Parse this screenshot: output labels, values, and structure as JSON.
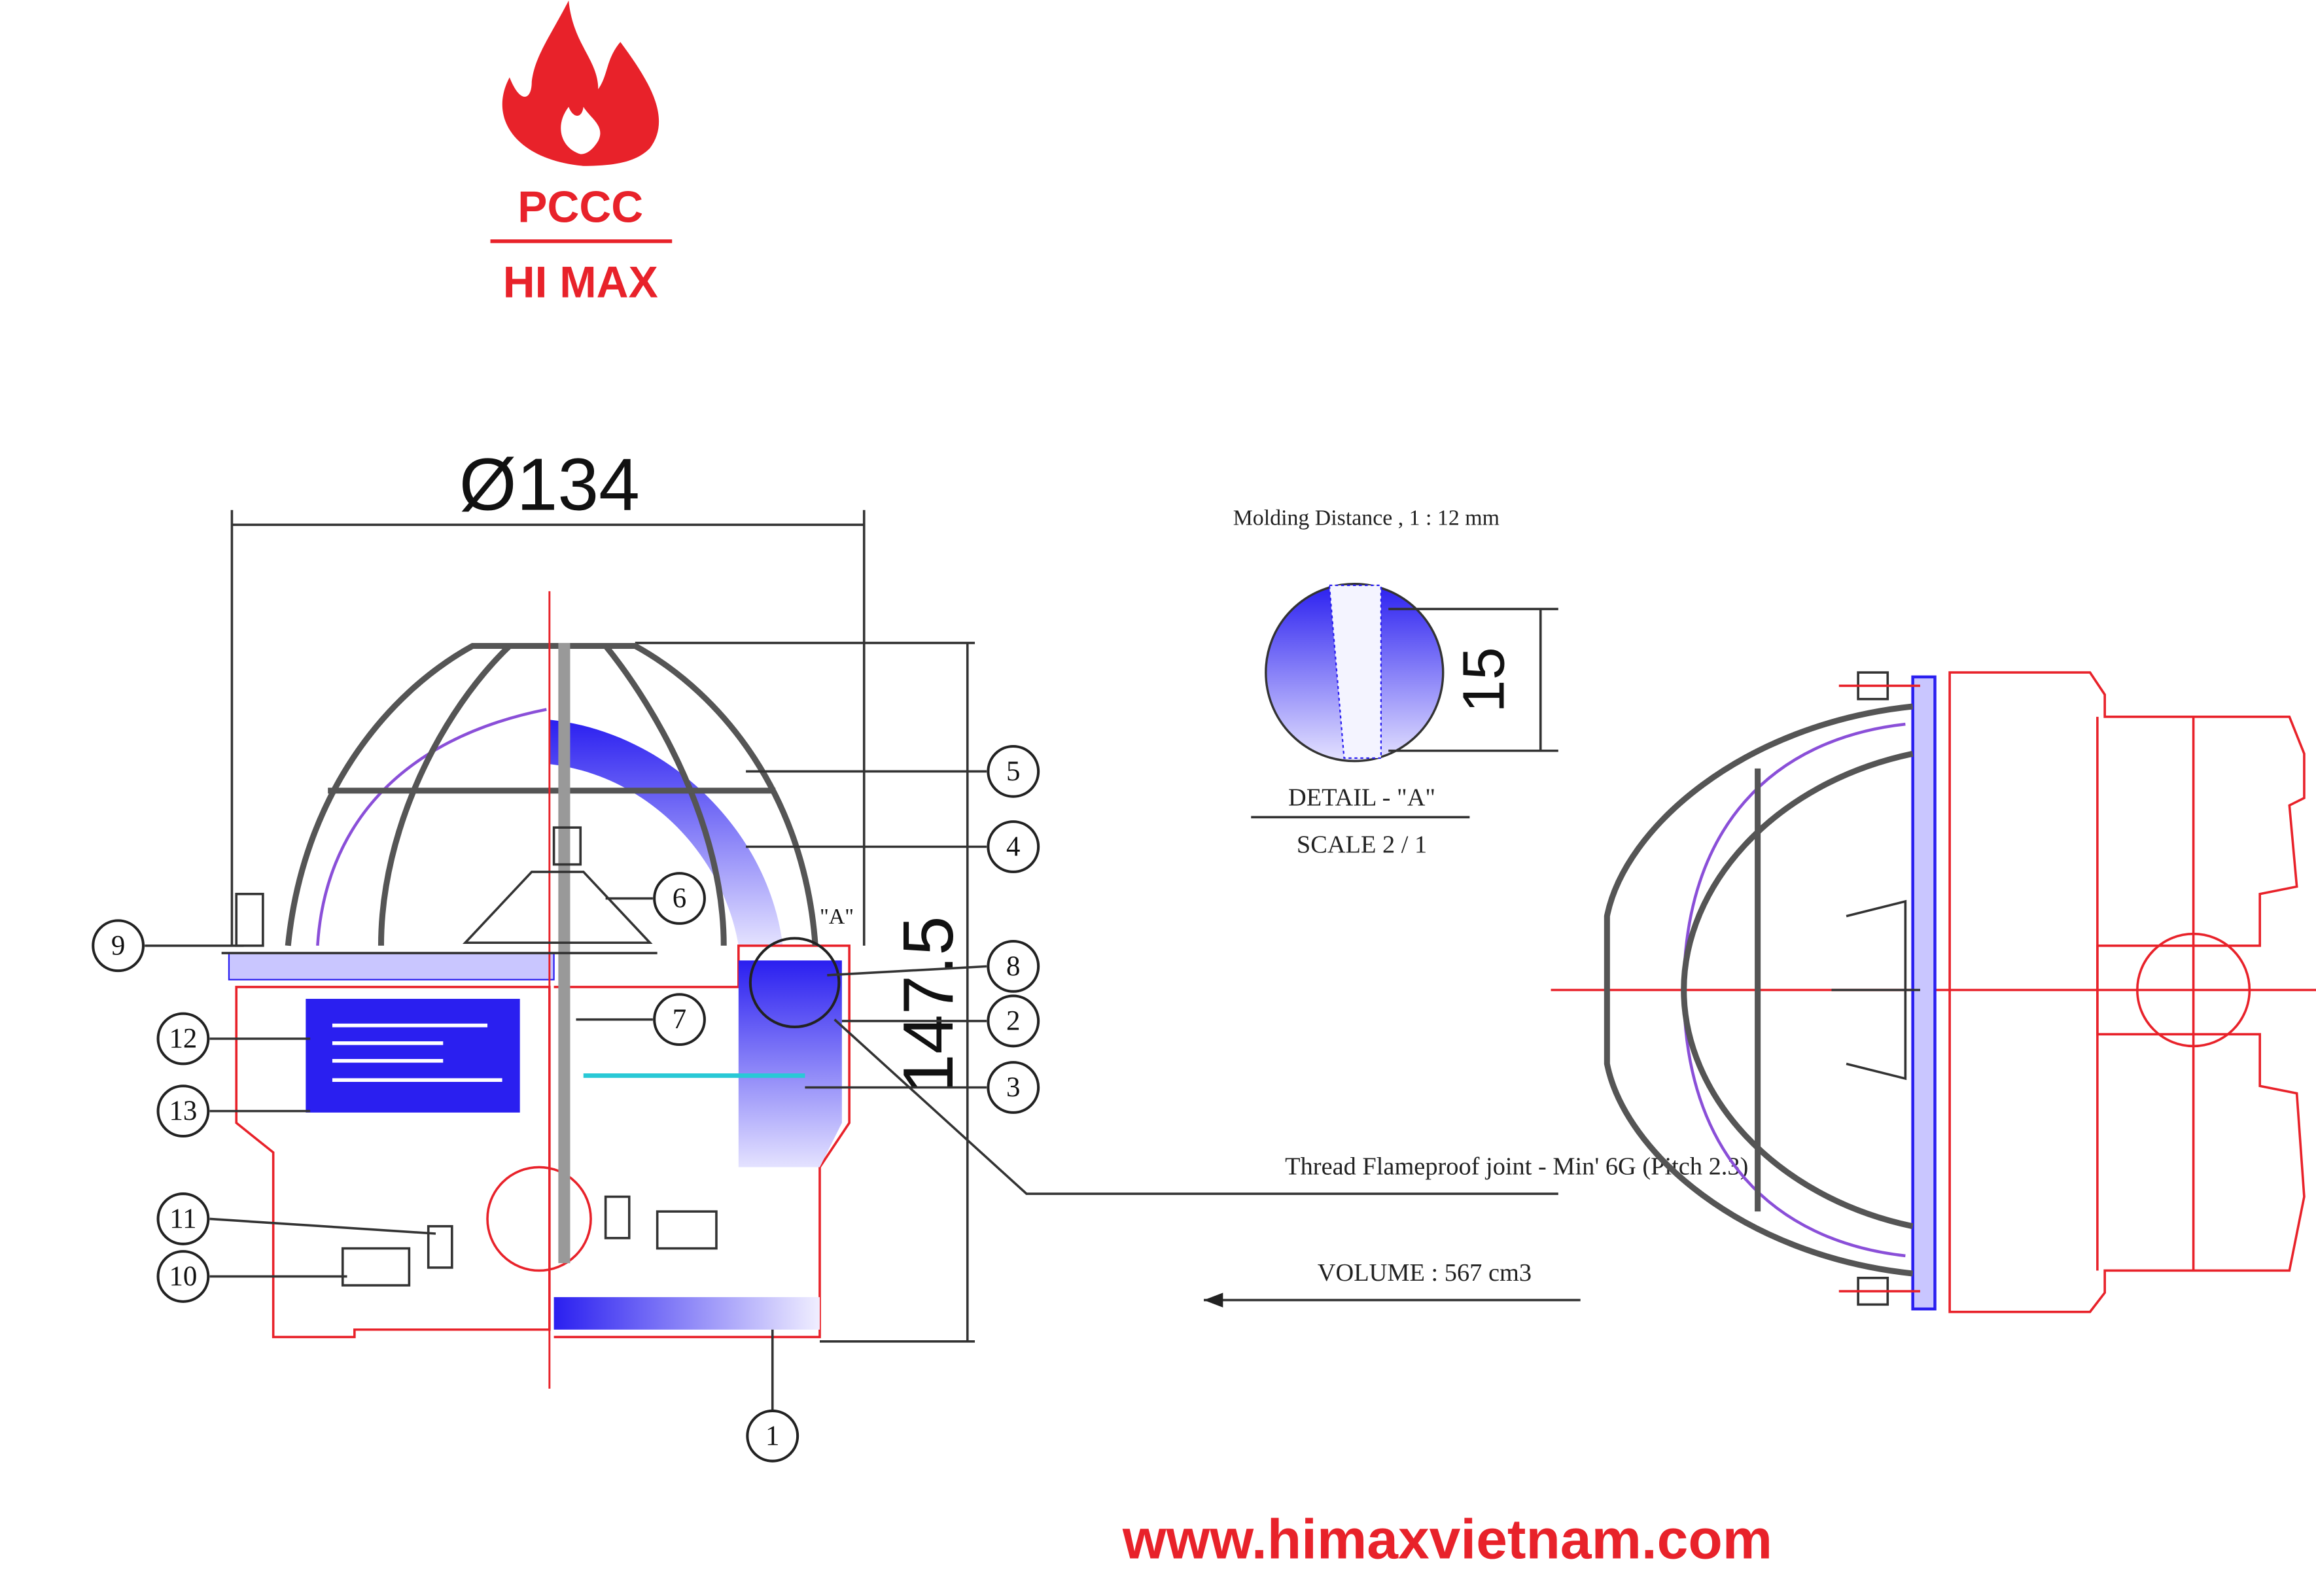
{
  "logo": {
    "line1": "PCCC",
    "line2": "HI MAX"
  },
  "dimensions": {
    "diameter": "Ø134",
    "height": "147.5",
    "detail_dimension": "15"
  },
  "detail": {
    "marker": "\"A\"",
    "molding_note": "Molding Distance , 1 : 12 mm",
    "title": "DETAIL - \"A\"",
    "scale": "SCALE 2 / 1"
  },
  "notes": {
    "thread": "Thread Flameproof joint - Min' 6G (Pitch 2.3)",
    "volume": "VOLUME : 567 cm3"
  },
  "balloons": [
    "1",
    "2",
    "3",
    "4",
    "5",
    "6",
    "7",
    "8",
    "9",
    "10",
    "11",
    "12",
    "13"
  ],
  "website": "www.himaxvietnam.com",
  "colors": {
    "brand_red": "#e8222a",
    "section_blue": "#2a1ff0",
    "outline_red": "#e8222a"
  }
}
